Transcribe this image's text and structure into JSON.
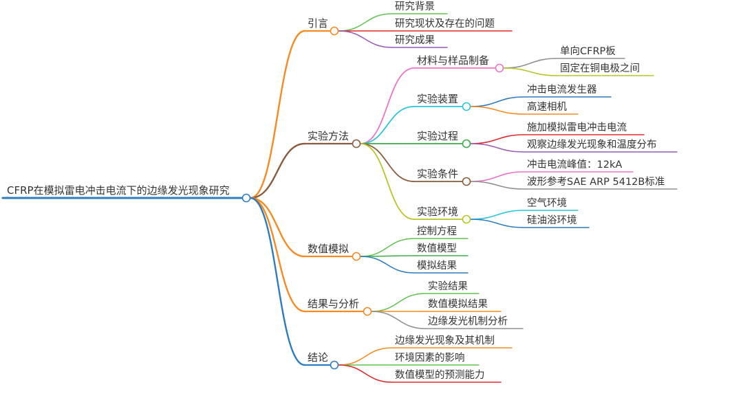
{
  "mindmap": {
    "root": "CFRP在模拟雷电冲击电流下的边缘发光现象研究",
    "colors": {
      "blue": "#2e7bbf",
      "orange": "#f7891f",
      "brown": "#8b5a3c",
      "green": "#3aaa47",
      "red": "#e0282b",
      "purple": "#9b59b6",
      "pink": "#f070c8",
      "cyan": "#2ac4da",
      "gray": "#8f8f8f",
      "olive": "#b8c424",
      "lightgreen": "#5fc24e"
    },
    "branches": [
      {
        "label": "引言",
        "children": [
          {
            "label": "研究背景"
          },
          {
            "label": "研究现状及存在的问题"
          },
          {
            "label": "研究成果"
          }
        ]
      },
      {
        "label": "实验方法",
        "children": [
          {
            "label": "材料与样品制备",
            "children": [
              {
                "label": "单向CFRP板"
              },
              {
                "label": "固定在铜电极之间"
              }
            ]
          },
          {
            "label": "实验装置",
            "children": [
              {
                "label": "冲击电流发生器"
              },
              {
                "label": "高速相机"
              }
            ]
          },
          {
            "label": "实验过程",
            "children": [
              {
                "label": "施加模拟雷电冲击电流"
              },
              {
                "label": "观察边缘发光现象和温度分布"
              }
            ]
          },
          {
            "label": "实验条件",
            "children": [
              {
                "label": "冲击电流峰值：12kA"
              },
              {
                "label": "波形参考SAE ARP 5412B标准"
              }
            ]
          },
          {
            "label": "实验环境",
            "children": [
              {
                "label": "空气环境"
              },
              {
                "label": "硅油浴环境"
              }
            ]
          }
        ]
      },
      {
        "label": "数值模拟",
        "children": [
          {
            "label": "控制方程"
          },
          {
            "label": "数值模型"
          },
          {
            "label": "模拟结果"
          }
        ]
      },
      {
        "label": "结果与分析",
        "children": [
          {
            "label": "实验结果"
          },
          {
            "label": "数值模拟结果"
          },
          {
            "label": "边缘发光机制分析"
          }
        ]
      },
      {
        "label": "结论",
        "children": [
          {
            "label": "边缘发光现象及其机制"
          },
          {
            "label": "环境因素的影响"
          },
          {
            "label": "数值模型的预测能力"
          }
        ]
      }
    ]
  }
}
